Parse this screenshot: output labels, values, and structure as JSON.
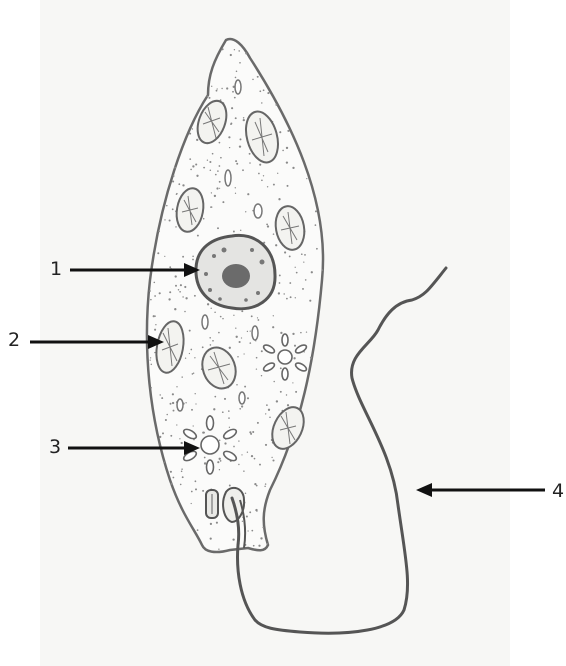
{
  "labels": {
    "l1": "1",
    "l2": "2",
    "l3": "3",
    "l4": "4"
  },
  "colors": {
    "ink": "#5a5a5a",
    "arrow": "#111111",
    "paper": "#ffffff"
  }
}
